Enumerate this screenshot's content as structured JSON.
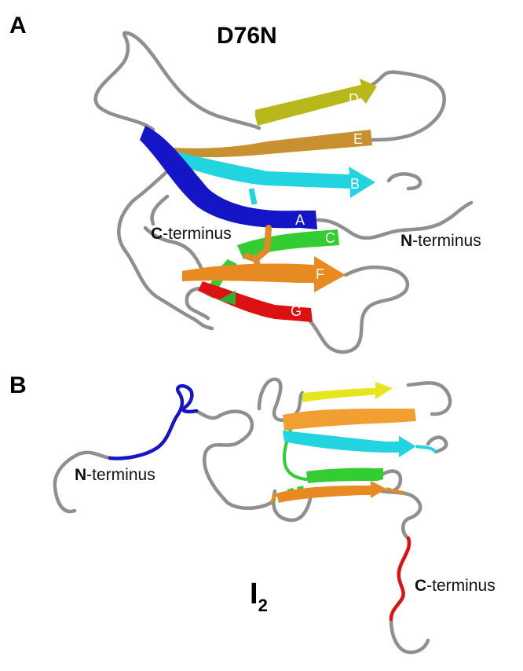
{
  "panel_a": {
    "letter": "A",
    "title": "D76N",
    "n_terminus_bold": "N",
    "n_terminus_rest": "-terminus",
    "c_terminus_bold": "C",
    "c_terminus_rest": "-terminus",
    "strands": [
      "D",
      "E",
      "B",
      "A",
      "C",
      "F",
      "G"
    ]
  },
  "panel_b": {
    "letter": "B",
    "state_main": "I",
    "state_sub": "2",
    "n_terminus_bold": "N",
    "n_terminus_rest": "-terminus",
    "c_terminus_bold": "C",
    "c_terminus_rest": "-terminus"
  },
  "colors": {
    "coil": "#8f8f8f",
    "strand_a": "#1515c8",
    "strand_b": "#22d4e0",
    "strand_c": "#33cc33",
    "strand_d": "#b8b81a",
    "strand_e": "#c8902e",
    "strand_f": "#e88a22",
    "strand_g": "#dd1111",
    "strand_d_b": "#e6e620"
  }
}
